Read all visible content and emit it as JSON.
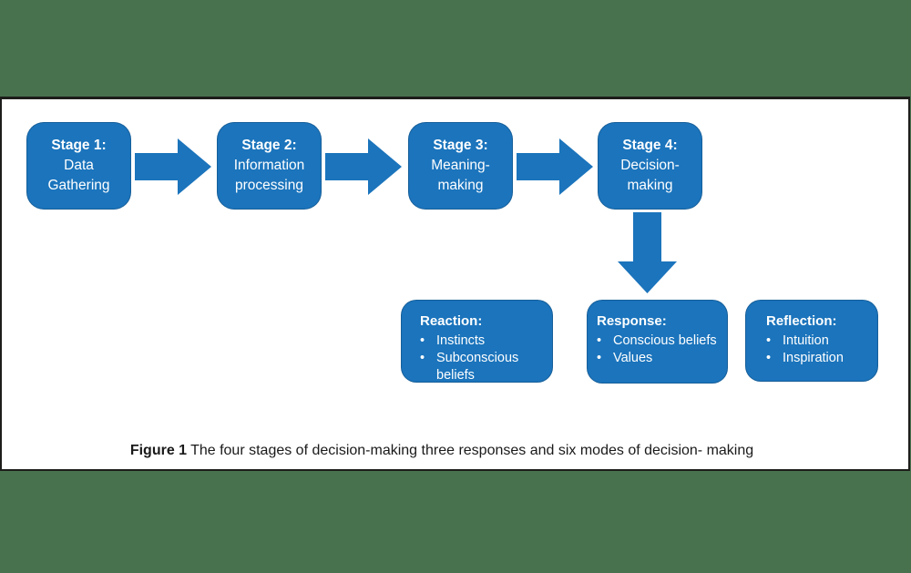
{
  "colors": {
    "box_blue": "#1B74BC",
    "background_green": "#48714E",
    "panel_white": "#FFFFFF",
    "panel_border": "#1D1D1B",
    "text_white": "#FFFFFF",
    "caption_text": "#1A1A1A"
  },
  "glyphs": {
    "bullet": "•"
  },
  "stages": [
    {
      "title": "Stage 1:",
      "lines": [
        "Data",
        "Gathering"
      ]
    },
    {
      "title": "Stage 2:",
      "lines": [
        "Information",
        "processing"
      ]
    },
    {
      "title": "Stage 3:",
      "lines": [
        "Meaning-",
        "making"
      ]
    },
    {
      "title": "Stage 4:",
      "lines": [
        "Decision-",
        "making"
      ]
    }
  ],
  "modes": [
    {
      "title": "Reaction:",
      "bullets": [
        "Instincts",
        "Subconscious beliefs"
      ]
    },
    {
      "title": "Response:",
      "bullets": [
        "Conscious beliefs",
        "Values"
      ]
    },
    {
      "title": "Reflection:",
      "bullets": [
        "Intuition",
        "Inspiration"
      ]
    }
  ],
  "caption": {
    "label": "Figure 1",
    "text": "The four stages of decision-making three responses and six modes of decision- making"
  }
}
